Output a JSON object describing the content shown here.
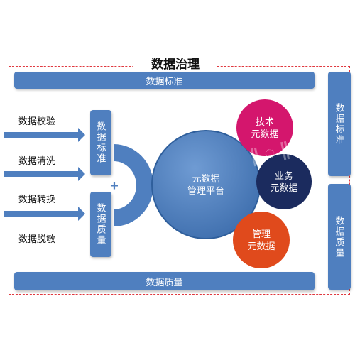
{
  "title": "数据治理",
  "top_bar": "数据标准",
  "bottom_bar": "数据质量",
  "right_top_bar": "数据标准",
  "right_bottom_bar": "数据质量",
  "mid_top_bar": "数据标准",
  "mid_bottom_bar": "数据质量",
  "plus_sign": "+",
  "processes": [
    "数据校验",
    "数据清洗",
    "数据转换",
    "数据脱敏"
  ],
  "platform": {
    "line1": "元数据",
    "line2": "管理平台"
  },
  "satellites": [
    {
      "line1": "技术",
      "line2": "元数据",
      "color": "#d4166d"
    },
    {
      "line1": "业务",
      "line2": "元数据",
      "color": "#1b2b5e"
    },
    {
      "line1": "管理",
      "line2": "元数据",
      "color": "#e04a1c"
    }
  ],
  "colors": {
    "bar": "#4f7fbf",
    "platform": "#4f7fbf",
    "frame": "#e0383f"
  }
}
